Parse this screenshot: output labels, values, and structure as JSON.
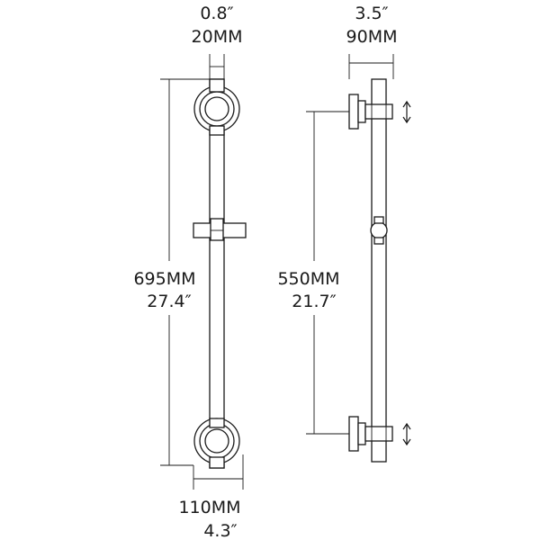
{
  "front_view": {
    "bar_width": {
      "inch": "0.8″",
      "mm": "20MM"
    },
    "total_length": {
      "mm": "695MM",
      "inch": "27.4″"
    },
    "bracket_depth": {
      "mm": "110MM",
      "inch": "4.3″"
    }
  },
  "side_view": {
    "bracket_projection": {
      "inch": "3.5″",
      "mm": "90MM"
    },
    "bracket_spacing": {
      "mm": "550MM",
      "inch": "21.7″"
    }
  }
}
